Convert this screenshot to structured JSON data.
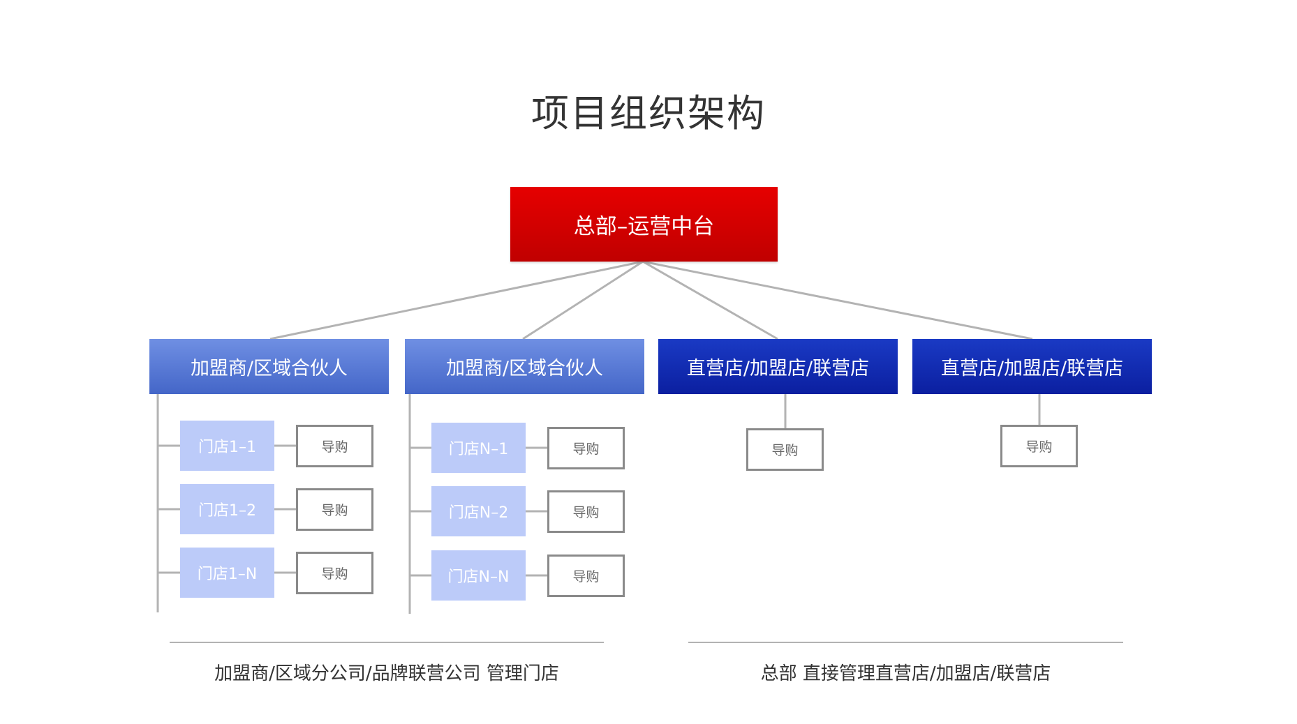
{
  "title": "项目组织架构",
  "headquarters": "总部–运营中台",
  "branches": [
    {
      "label": "加盟商/区域合伙人",
      "stores": [
        {
          "name": "门店1–1",
          "guide": "导购"
        },
        {
          "name": "门店1–2",
          "guide": "导购"
        },
        {
          "name": "门店1–N",
          "guide": "导购"
        }
      ]
    },
    {
      "label": "加盟商/区域合伙人",
      "stores": [
        {
          "name": "门店N–1",
          "guide": "导购"
        },
        {
          "name": "门店N–2",
          "guide": "导购"
        },
        {
          "name": "门店N–N",
          "guide": "导购"
        }
      ]
    },
    {
      "label": "直营店/加盟店/联营店",
      "guide": "导购"
    },
    {
      "label": "直营店/加盟店/联营店",
      "guide": "导购"
    }
  ],
  "captions": {
    "left": "加盟商/区域分公司/品牌联营公司 管理门店",
    "right": "总部 直接管理直营店/加盟店/联营店"
  },
  "colors": {
    "headquarters": "#d90000",
    "branch_light": "#5a7ad6",
    "branch_dark": "#1429b4",
    "store": "#bccbf9",
    "guide_border": "#8a8a8a",
    "connector": "#b3b3b3"
  }
}
